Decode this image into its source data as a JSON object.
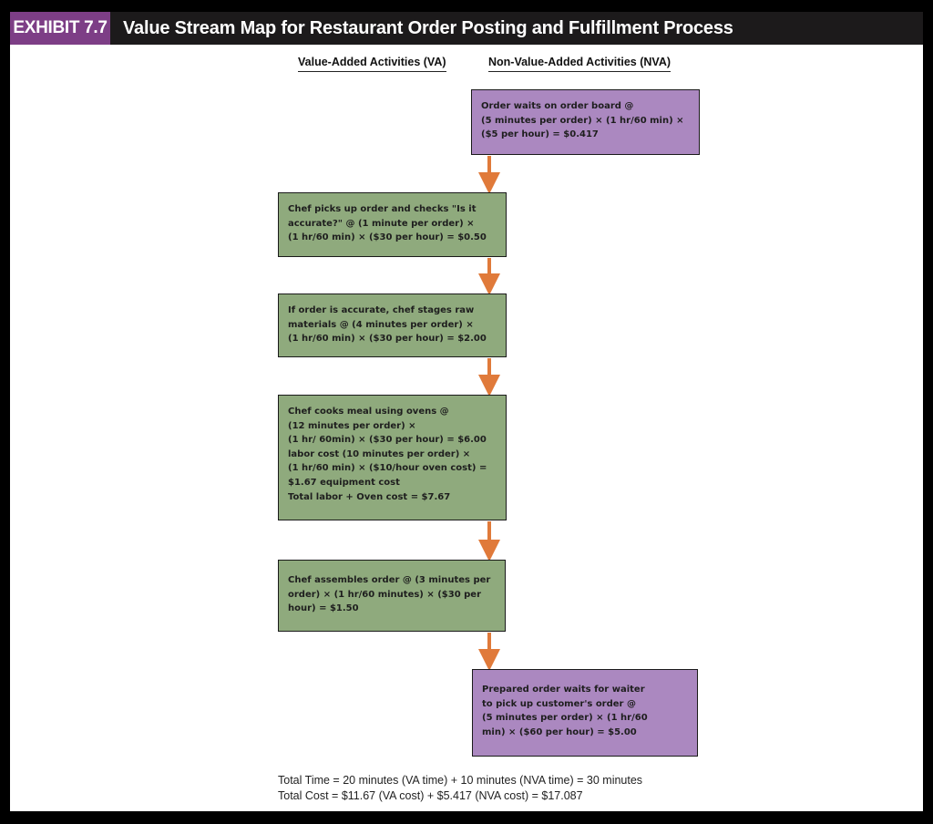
{
  "header": {
    "exhibit_label": "EXHIBIT 7.7",
    "title": "Value Stream Map for Restaurant Order Posting and Fulfillment Process"
  },
  "columns": {
    "va": "Value-Added Activities (VA)",
    "nva": "Non-Value-Added Activities (NVA)"
  },
  "steps": [
    {
      "type": "NVA",
      "text": "Order waits on order board @\n(5  minutes per order) × (1 hr/60 min) ×\n($5 per hour) = $0.417"
    },
    {
      "type": "VA",
      "text": "Chef picks up order and checks  \"Is it\naccurate?\" @ (1 minute per order) ×\n(1 hr/60 min) × ($30 per hour) = $0.50"
    },
    {
      "type": "VA",
      "text": "If order is accurate, chef stages raw\nmaterials @ (4 minutes per order) ×\n(1 hr/60 min) × ($30 per hour) = $2.00"
    },
    {
      "type": "VA",
      "text": "Chef cooks meal using ovens @\n(12 minutes per order) ×\n(1 hr/ 60min) × ($30 per hour) = $6.00\nlabor cost (10 minutes per order) ×\n(1 hr/60 min) × ($10/hour oven cost) =\n$1.67 equipment cost\nTotal labor + Oven cost = $7.67"
    },
    {
      "type": "VA",
      "text": "Chef assembles order @ (3 minutes per\norder) × (1 hr/60 minutes) × ($30 per\nhour) = $1.50"
    },
    {
      "type": "NVA",
      "text": "Prepared order waits for waiter\nto pick up customer's order @\n(5 minutes per order) × (1 hr/60\nmin) × ($60 per hour) = $5.00"
    }
  ],
  "footer": {
    "total_time": "Total Time = 20 minutes (VA time) + 10 minutes (NVA time) = 30 minutes",
    "total_cost": "Total Cost = $11.67 (VA cost) + $5.417 (NVA cost) = $17.087"
  },
  "colors": {
    "va_box": "#8faa7d",
    "nva_box": "#ab88c0",
    "arrow": "#e07a3a",
    "exhibit_tag": "#7d3e86",
    "header_bar": "#1c1a1b"
  }
}
